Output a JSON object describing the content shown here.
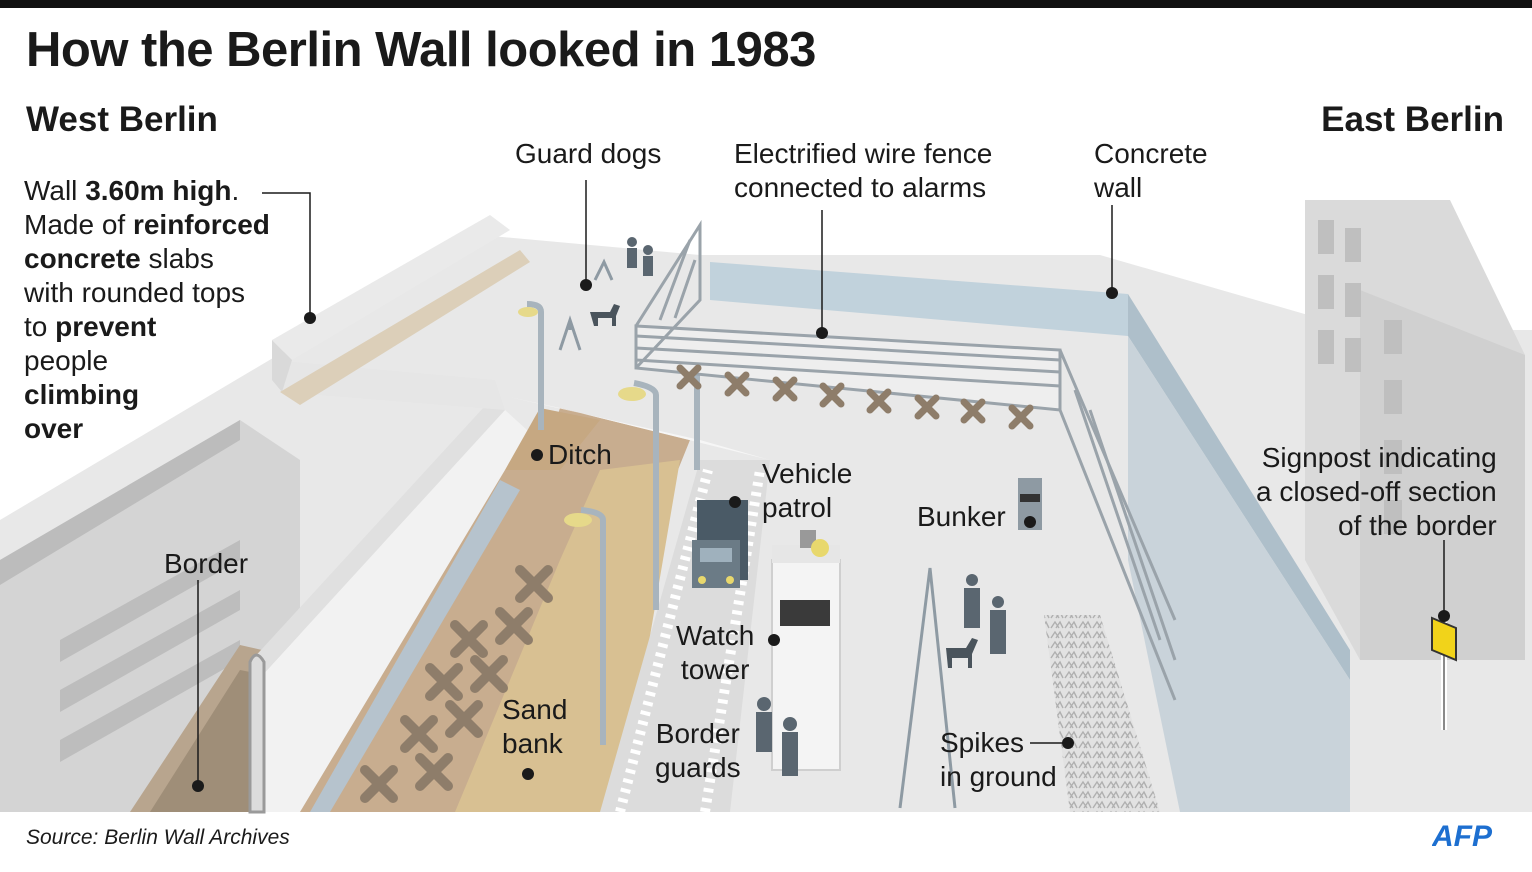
{
  "title": "How the Berlin Wall looked in 1983",
  "sides": {
    "west": "West Berlin",
    "east": "East Berlin"
  },
  "wall_description": {
    "p1": "Wall ",
    "b1": "3.60m high",
    "p2": ".",
    "p3": "Made of ",
    "b2": "reinforced",
    "b3": "concrete",
    "p4": " slabs",
    "p5": "with rounded tops",
    "p6": "to ",
    "b4": "prevent",
    "p7": "people",
    "b5": "climbing",
    "b6": "over"
  },
  "labels": {
    "guard_dogs": "Guard dogs",
    "fence_l1": "Electrified wire fence",
    "fence_l2": "connected to alarms",
    "concrete_l1": "Concrete",
    "concrete_l2": "wall",
    "ditch": "Ditch",
    "vehicle_l1": "Vehicle",
    "vehicle_l2": "patrol",
    "bunker": "Bunker",
    "signpost_l1": "Signpost indicating",
    "signpost_l2": "a closed-off section",
    "signpost_l3": "of the border",
    "border": "Border",
    "watch_l1": "Watch",
    "watch_l2": "tower",
    "sand_l1": "Sand",
    "sand_l2": "bank",
    "guards_l1": "Border",
    "guards_l2": "guards",
    "spikes_l1": "Spikes",
    "spikes_l2": "in ground"
  },
  "source": "Source: Berlin Wall Archives",
  "logo": "AFP",
  "colors": {
    "ground": "#e7e7e7",
    "wall": "#c8ced3",
    "east_wall": "#b9c9d3",
    "sand": "#c4a98a",
    "sand_light": "#dcc59a",
    "dark_text": "#1a1a1a",
    "sign": "#f1d31a",
    "logo_blue": "#1d6fd0"
  }
}
